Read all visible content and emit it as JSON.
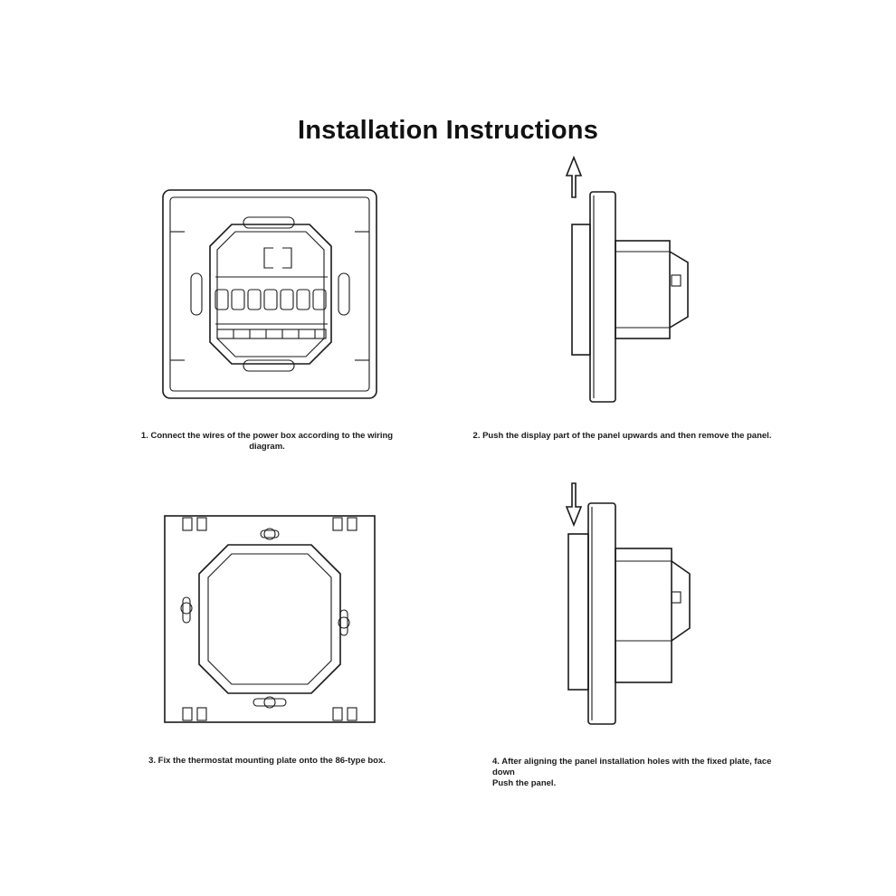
{
  "title": "Installation Instructions",
  "steps": [
    {
      "caption": "1. Connect the wires of the power box according to the wiring diagram."
    },
    {
      "caption": "2. Push the display part of the panel upwards and then remove the panel."
    },
    {
      "caption": "3. Fix the thermostat mounting plate onto the 86-type box."
    },
    {
      "caption_line1": "4. After aligning the panel installation holes with the fixed plate, face down",
      "caption_line2": "Push the panel."
    }
  ]
}
